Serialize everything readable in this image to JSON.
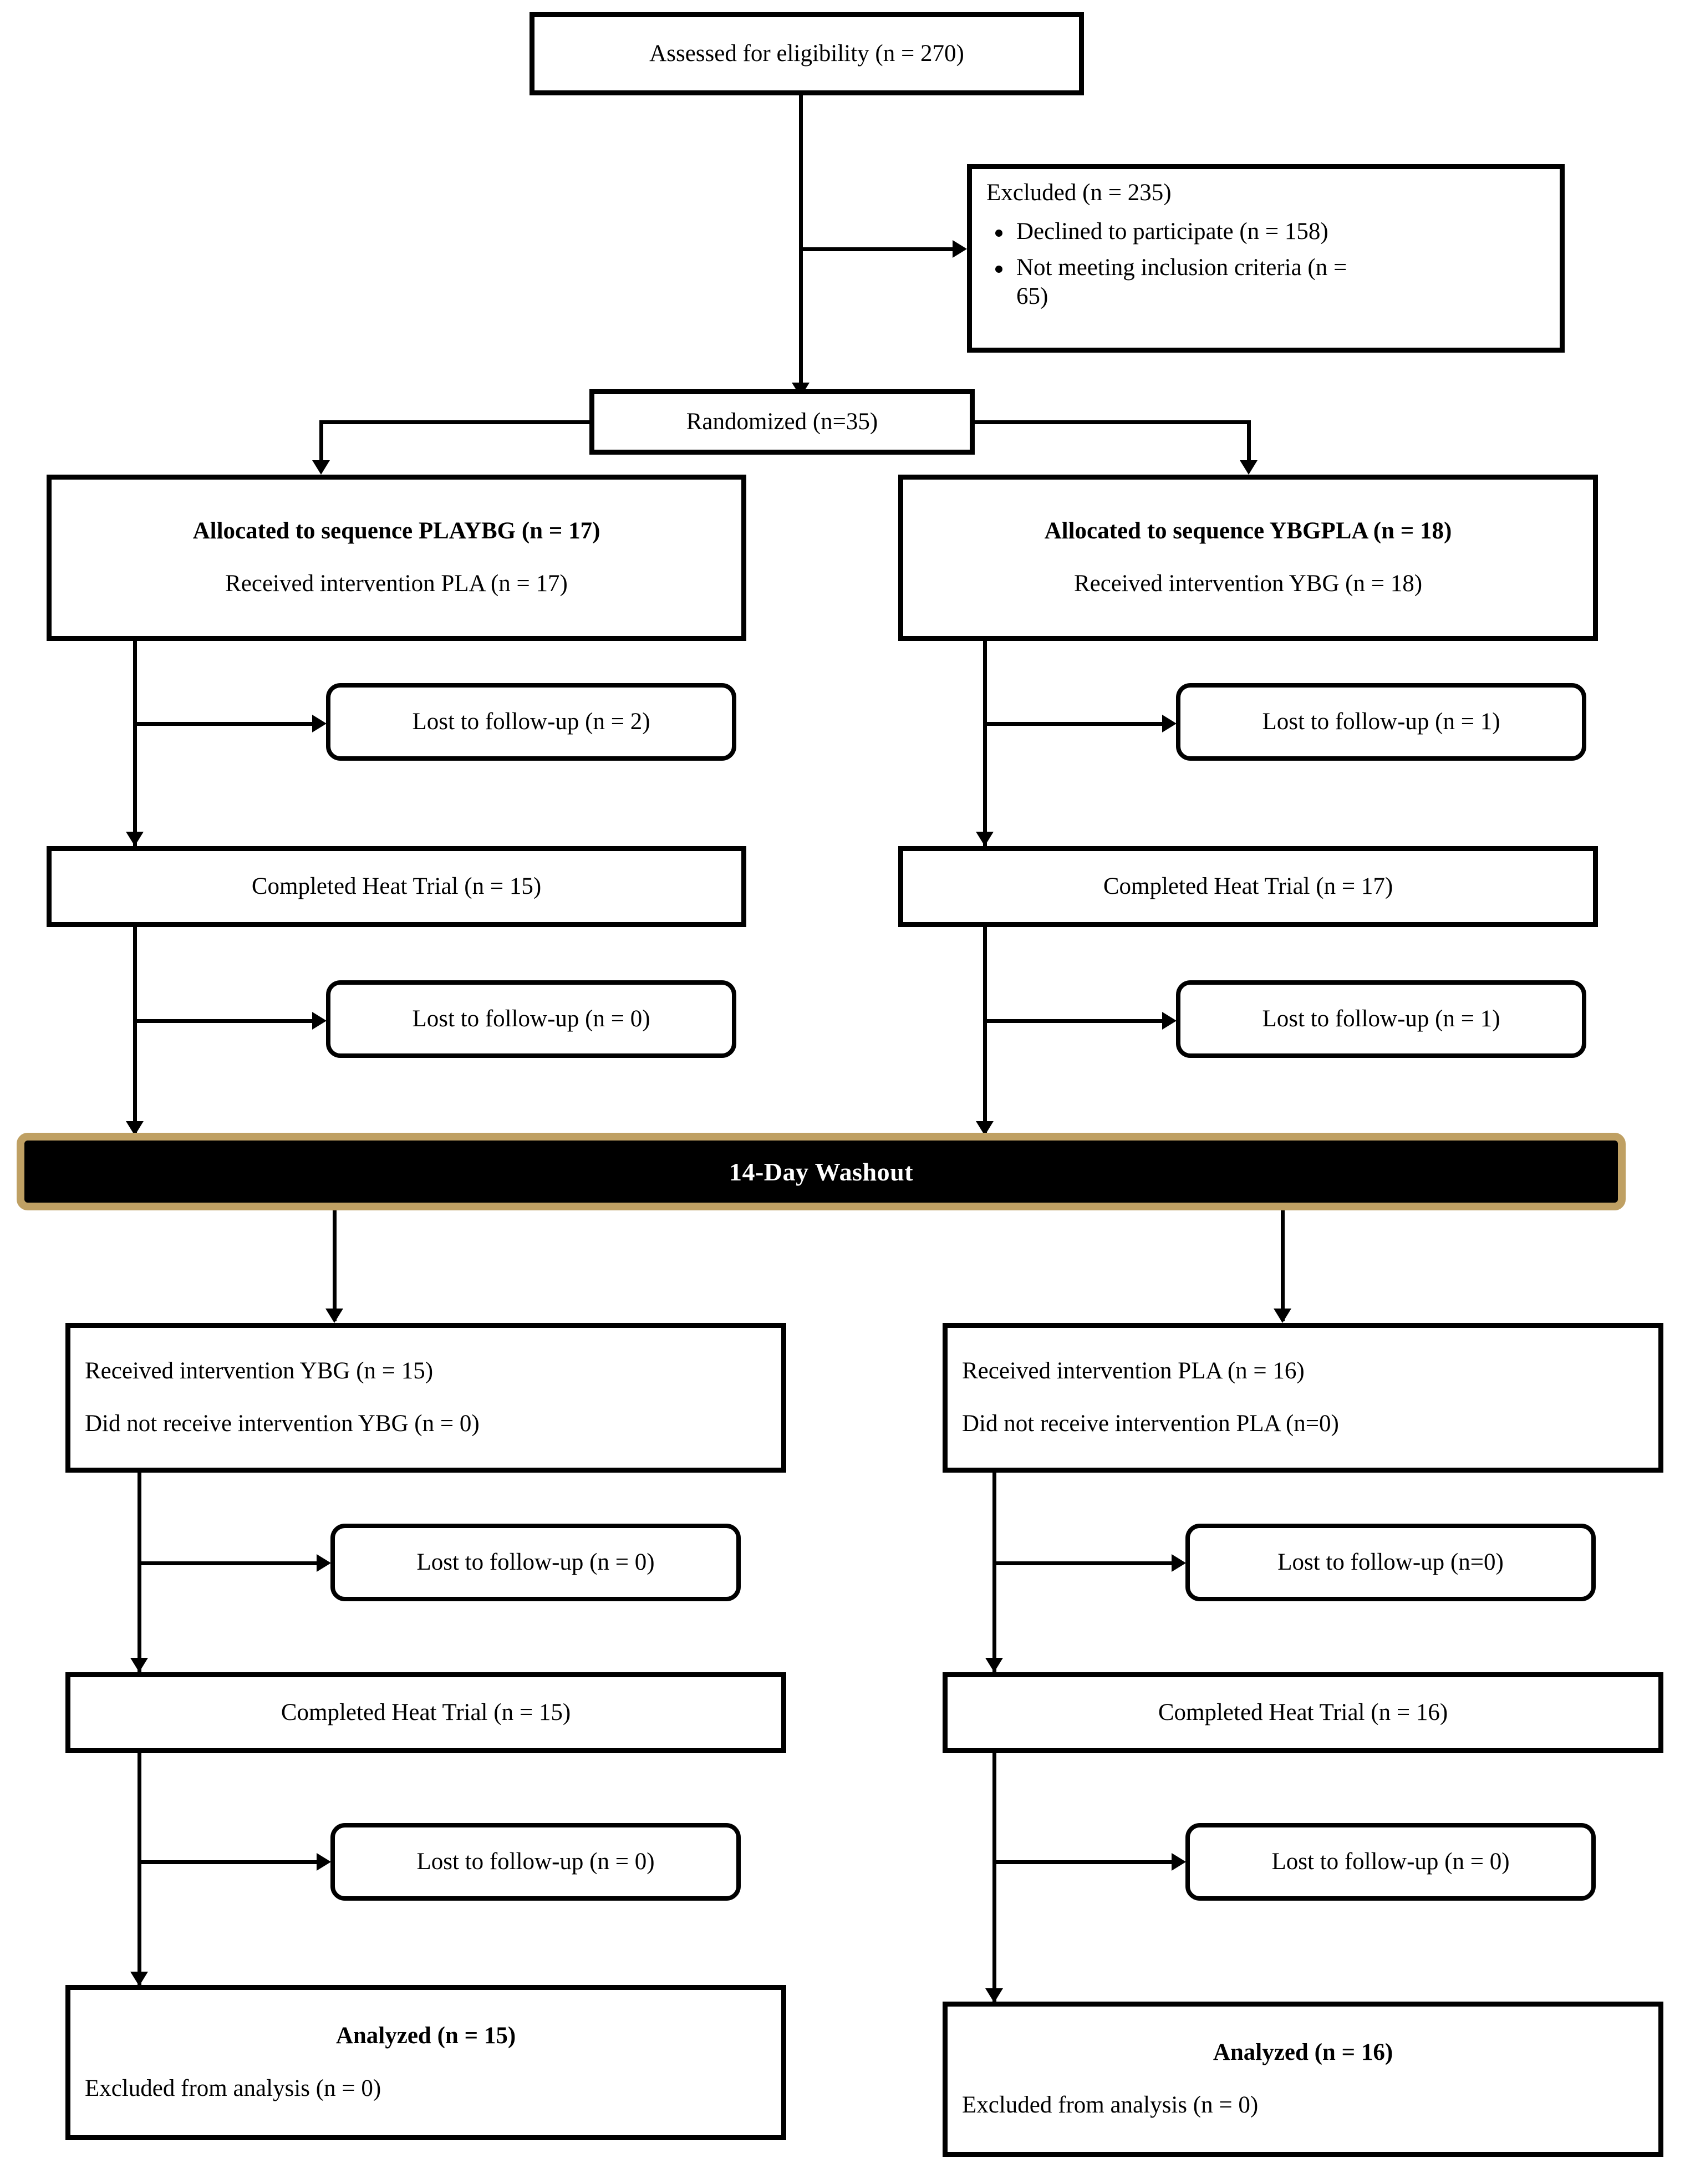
{
  "diagram": {
    "title": "CONSORT participant flow diagram",
    "colors": {
      "box_border": "#000000",
      "box_background": "#ffffff",
      "text": "#000000",
      "washout_background": "#000000",
      "washout_border": "#bfa063",
      "washout_text": "#ffffff"
    },
    "enrollment": {
      "assessed": "Assessed for eligibility (n = 270)",
      "excluded_heading": "Excluded (n = 235)",
      "excluded_reasons": [
        "Declined to participate (n = 158)",
        "Not meeting inclusion criteria (n = 65)"
      ],
      "randomized": "Randomized (n=35)"
    },
    "period1": {
      "left": {
        "allocated": "Allocated to sequence PLAYBG (n = 17)",
        "received": "Received intervention PLA (n = 17)",
        "lost_after_allocation": "Lost to follow-up (n = 2)",
        "completed": "Completed Heat Trial (n = 15)",
        "lost_after_trial": "Lost to follow-up (n = 0)"
      },
      "right": {
        "allocated": "Allocated to sequence YBGPLA (n = 18)",
        "received": "Received intervention YBG (n = 18)",
        "lost_after_allocation": "Lost to follow-up (n = 1)",
        "completed": "Completed Heat Trial (n = 17)",
        "lost_after_trial": "Lost to follow-up (n = 1)"
      }
    },
    "washout": {
      "label": "14-Day Washout"
    },
    "period2": {
      "left": {
        "received": "Received intervention YBG (n = 15)",
        "not_received": "Did not receive intervention YBG (n = 0)",
        "lost_after_crossover": "Lost to follow-up (n = 0)",
        "completed": "Completed Heat Trial (n = 15)",
        "lost_after_trial": "Lost to follow-up (n = 0)",
        "analyzed": "Analyzed (n = 15)",
        "excluded_from_analysis": "Excluded from analysis (n = 0)"
      },
      "right": {
        "received": "Received intervention PLA (n = 16)",
        "not_received": "Did not receive intervention PLA (n=0)",
        "lost_after_crossover": "Lost to follow-up (n=0)",
        "completed": "Completed Heat Trial (n = 16)",
        "lost_after_trial": "Lost to follow-up (n = 0)",
        "analyzed": "Analyzed (n = 16)",
        "excluded_from_analysis": "Excluded from analysis (n = 0)"
      }
    }
  }
}
